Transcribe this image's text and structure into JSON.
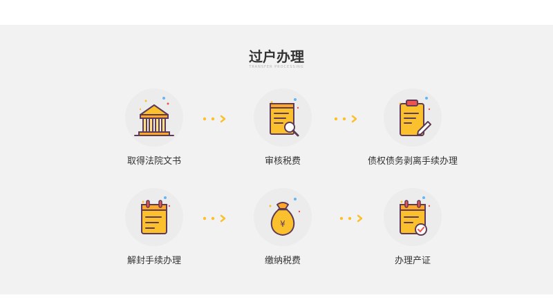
{
  "header": {
    "title": "过户办理",
    "subtitle": "TRANSFER PROCESSING"
  },
  "steps": [
    {
      "label": "取得法院文书",
      "icon": "courthouse-icon"
    },
    {
      "label": "审核税费",
      "icon": "document-magnifier-icon"
    },
    {
      "label": "债权债务剥离手续办理",
      "icon": "clipboard-pencil-icon"
    },
    {
      "label": "解封手续办理",
      "icon": "notebook-icon"
    },
    {
      "label": "缴纳税费",
      "icon": "money-bag-icon"
    },
    {
      "label": "办理产证",
      "icon": "notebook-check-icon"
    }
  ],
  "colors": {
    "accent": "#fbc02d",
    "outline": "#5d3a55",
    "panel": "#f2f2f2"
  }
}
